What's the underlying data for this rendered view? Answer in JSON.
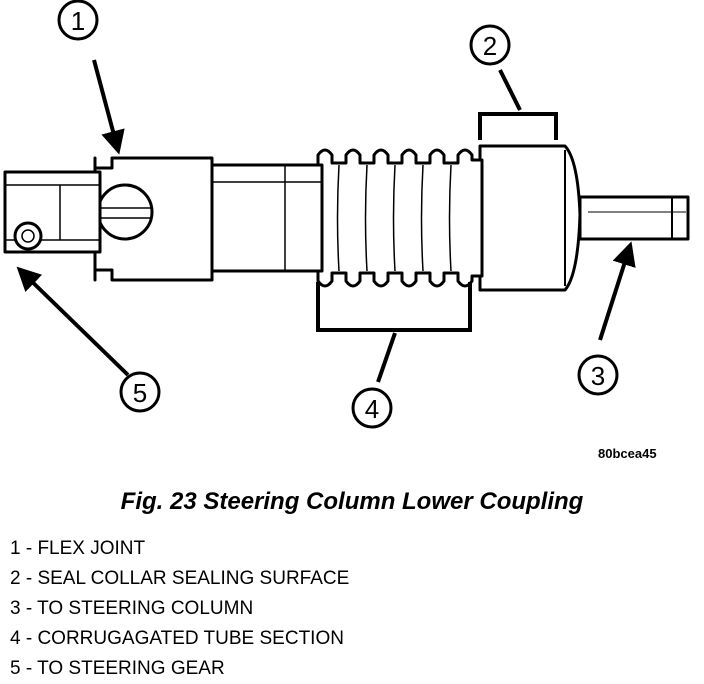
{
  "figure": {
    "callouts": [
      "1",
      "2",
      "3",
      "4",
      "5"
    ],
    "reference_code": "80bcea45",
    "caption": "Fig. 23 Steering Column Lower Coupling",
    "legend": [
      "1 - FLEX JOINT",
      "2 - SEAL COLLAR SEALING SURFACE",
      "3 - TO STEERING COLUMN",
      "4 - CORRUGAGATED TUBE SECTION",
      "5 - TO STEERING GEAR"
    ]
  }
}
